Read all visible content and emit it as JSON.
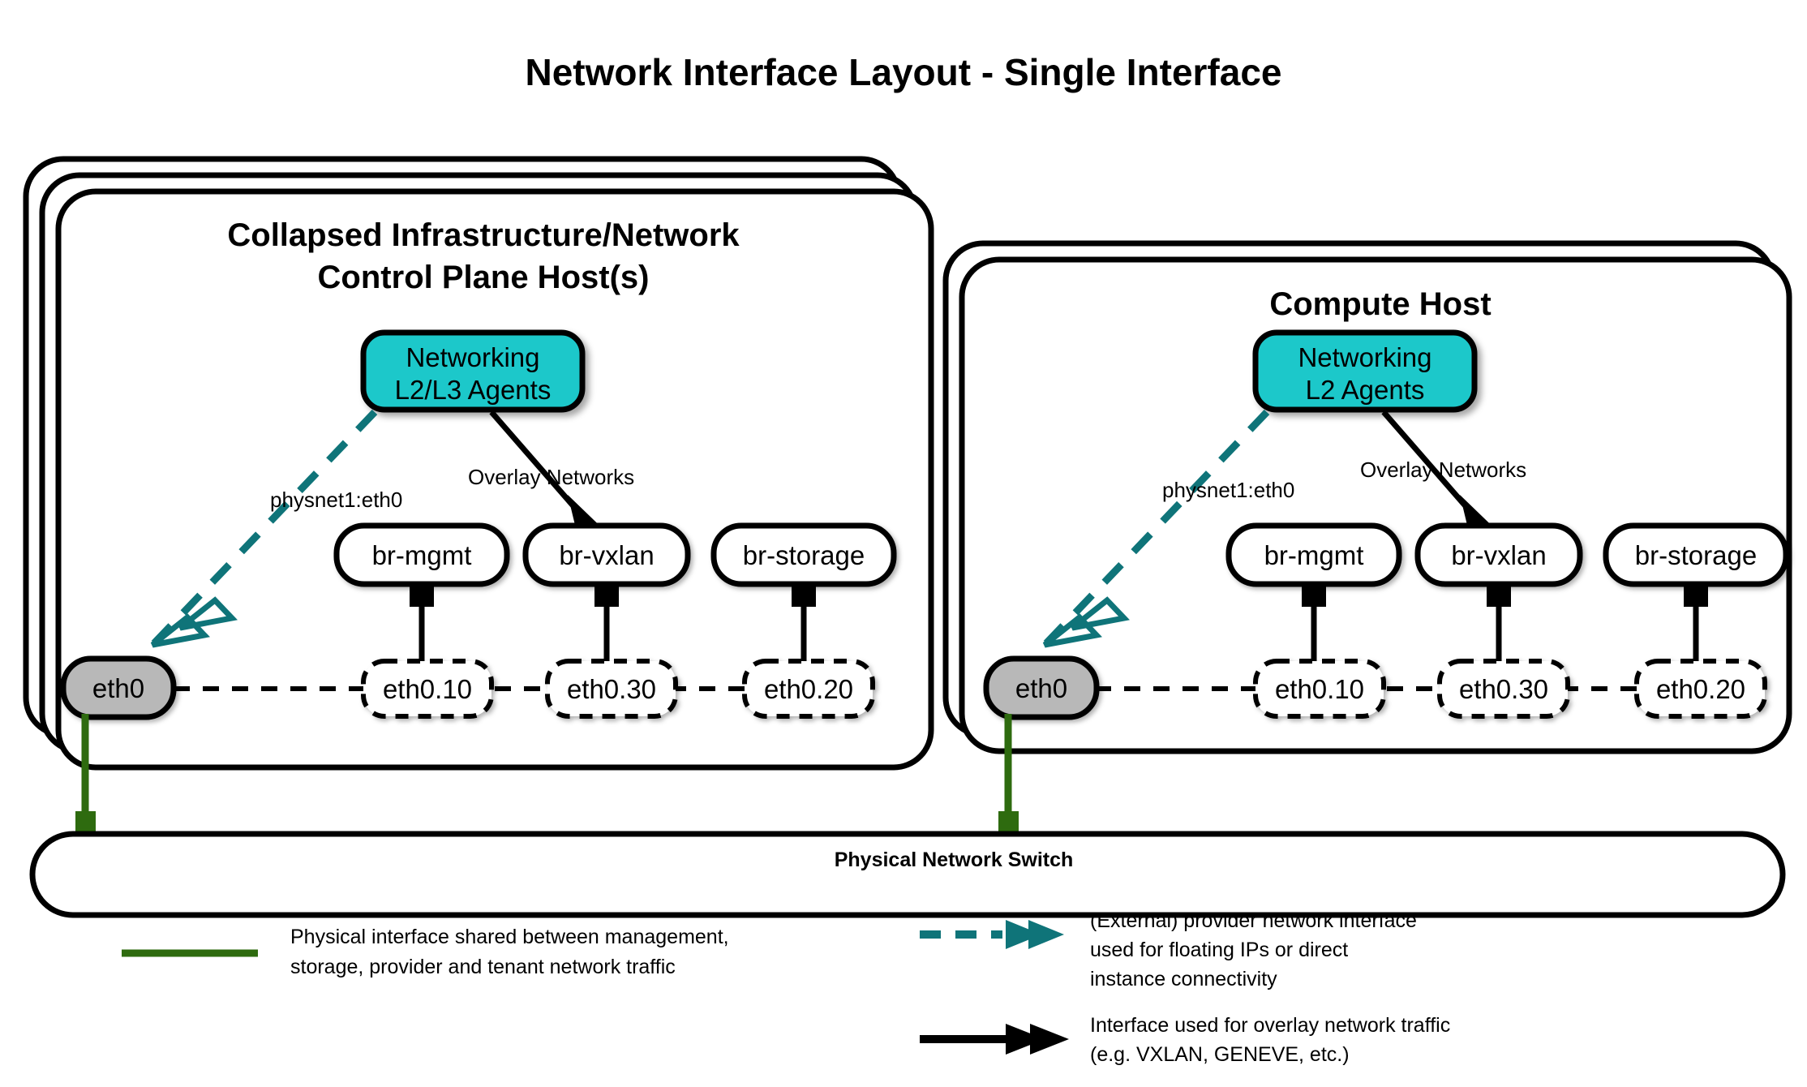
{
  "title": "Network Interface Layout - Single Interface",
  "colors": {
    "agent_fill": "#1ec8ca",
    "eth0_fill": "#b8b8b8",
    "node_fill": "#ffffff",
    "stroke": "#000000",
    "provider_teal": "#0f7479",
    "physical_green": "#2e6b0f",
    "background": "#ffffff"
  },
  "hosts": [
    {
      "id": "control",
      "title_line1": "Collapsed Infrastructure/Network",
      "title_line2": "Control Plane Host(s)",
      "stack_layers": 3,
      "agent": {
        "line1": "Networking",
        "line2": "L2/L3 Agents"
      },
      "physical_nic": "eth0",
      "provider_label": "physnet1:eth0",
      "overlay_label": "Overlay Networks",
      "bridges": [
        {
          "bridge": "br-mgmt",
          "vlan": "eth0.10"
        },
        {
          "bridge": "br-vxlan",
          "vlan": "eth0.30"
        },
        {
          "bridge": "br-storage",
          "vlan": "eth0.20"
        }
      ]
    },
    {
      "id": "compute",
      "title_line1": "Compute Host",
      "title_line2": "",
      "stack_layers": 2,
      "agent": {
        "line1": "Networking",
        "line2": "L2 Agents"
      },
      "physical_nic": "eth0",
      "provider_label": "physnet1:eth0",
      "overlay_label": "Overlay Networks",
      "bridges": [
        {
          "bridge": "br-mgmt",
          "vlan": "eth0.10"
        },
        {
          "bridge": "br-vxlan",
          "vlan": "eth0.30"
        },
        {
          "bridge": "br-storage",
          "vlan": "eth0.20"
        }
      ]
    }
  ],
  "switch": {
    "label": "Physical Network Switch"
  },
  "legend": [
    {
      "id": "physical",
      "style": "solid-green-line",
      "lines": [
        "Physical interface shared between management,",
        "storage, provider and tenant network traffic"
      ]
    },
    {
      "id": "provider",
      "style": "dashed-teal-arrow",
      "lines": [
        "(External) provider network interface",
        "used for floating IPs or direct",
        "instance connectivity"
      ]
    },
    {
      "id": "overlay",
      "style": "solid-black-arrow",
      "lines": [
        "Interface used for overlay network traffic",
        "(e.g. VXLAN, GENEVE, etc.)"
      ]
    }
  ]
}
